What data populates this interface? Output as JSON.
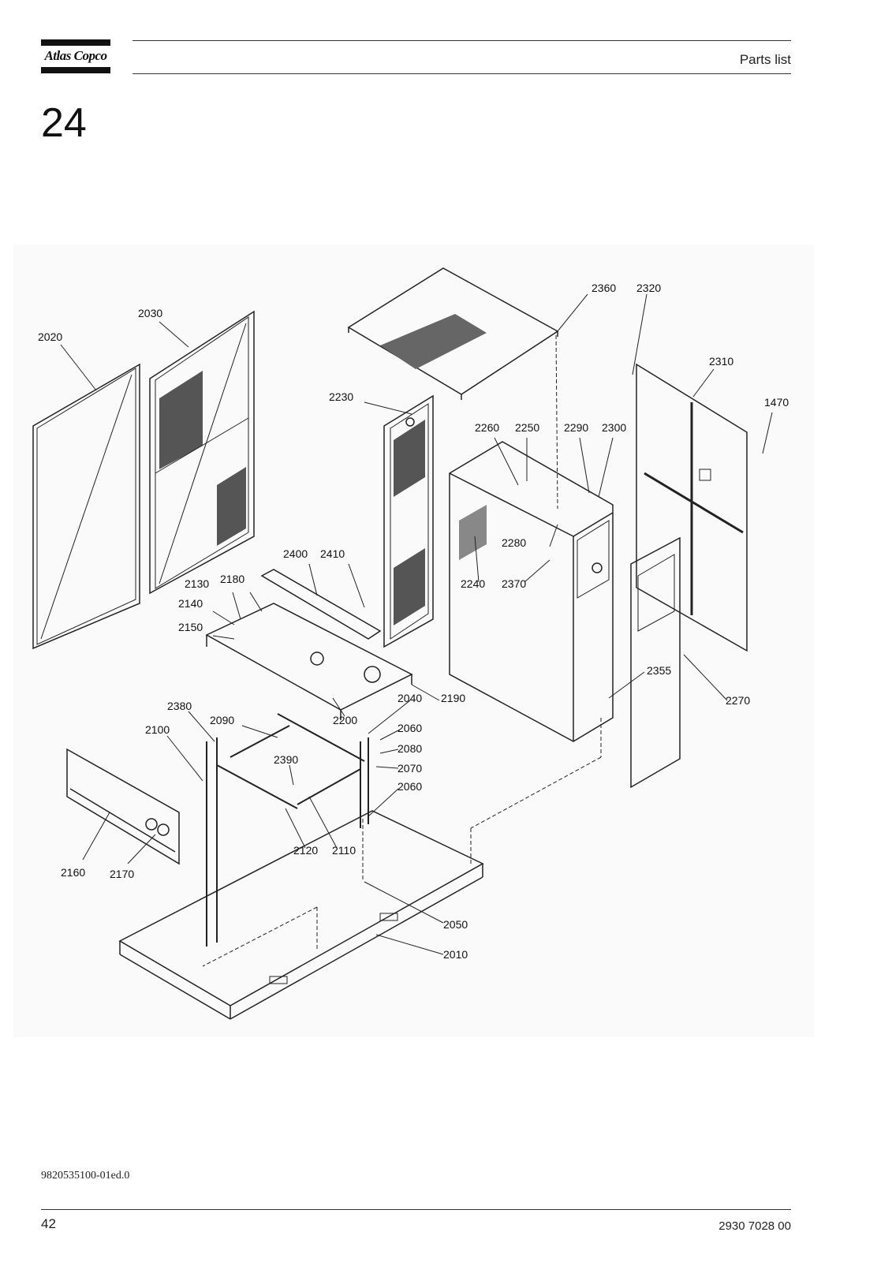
{
  "header": {
    "brand": "Atlas Copco",
    "section_title": "Parts list"
  },
  "chapter_number": "24",
  "callouts": [
    "2360",
    "2320",
    "2030",
    "2020",
    "2310",
    "1470",
    "2230",
    "2260",
    "2250",
    "2290",
    "2300",
    "2400",
    "2410",
    "2280",
    "2130",
    "2180",
    "2240",
    "2370",
    "2140",
    "2150",
    "2355",
    "2270",
    "2040",
    "2190",
    "2200",
    "2380",
    "2090",
    "2060",
    "2100",
    "2080",
    "2390",
    "2070",
    "2120",
    "2110",
    "2160",
    "2170",
    "2050",
    "2010"
  ],
  "footer": {
    "doc_code": "9820535100-01ed.0",
    "page_number": "42",
    "part_number": "2930 7028 00"
  }
}
